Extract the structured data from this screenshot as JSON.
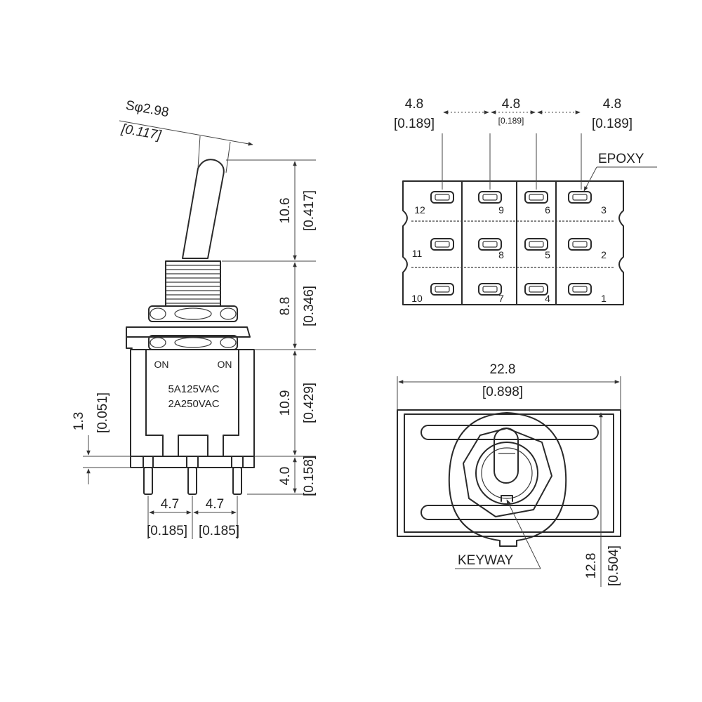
{
  "side_view": {
    "ball_dia": "Sφ2.98",
    "ball_dia_in": "[0.117]",
    "lever_height": "10.6",
    "lever_height_in": "[0.417]",
    "bushing_height": "8.8",
    "bushing_height_in": "[0.346]",
    "body_height": "10.9",
    "body_height_in": "[0.429]",
    "terminal_length": "4.0",
    "terminal_length_in": "[0.158]",
    "standoff": "1.3",
    "standoff_in": "[0.051]",
    "pitch_left": "4.7",
    "pitch_right": "4.7",
    "pitch_left_in": "[0.185]",
    "pitch_right_in": "[0.185]",
    "marking_left": "ON",
    "marking_right": "ON",
    "rating_1": "5A125VAC",
    "rating_2": "2A250VAC"
  },
  "bottom_view": {
    "pitch_1": "4.8",
    "pitch_1_in": "[0.189]",
    "pitch_2": "4.8",
    "pitch_2_in": "[0.189]",
    "pitch_3": "4.8",
    "pitch_3_in": "[0.189]",
    "epoxy_label": "EPOXY",
    "pins": [
      "12",
      "9",
      "6",
      "3",
      "11",
      "8",
      "5",
      "2",
      "10",
      "7",
      "4",
      "1"
    ]
  },
  "top_view": {
    "width": "22.8",
    "width_in": "[0.898]",
    "depth": "12.8",
    "depth_in": "[0.504]",
    "keyway_label": "KEYWAY"
  }
}
